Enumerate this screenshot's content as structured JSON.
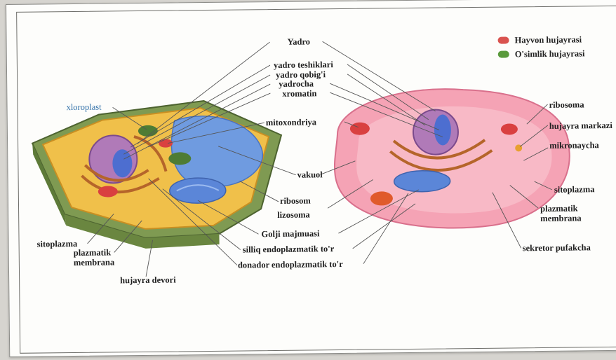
{
  "legend": {
    "items": [
      {
        "label": "Hayvon hujayrasi",
        "color": "#d9534f"
      },
      {
        "label": "O'simlik hujayrasi",
        "color": "#5a9a3c"
      }
    ]
  },
  "labels": {
    "yadro": "Yadro",
    "yadro_teshiklari": "yadro teshiklari",
    "yadro_qobigi": "yadro qobig'i",
    "yadrocha": "yadrocha",
    "xromatin": "xromatin",
    "xloroplast": "xloroplast",
    "mitoxondriya": "mitoxondriya",
    "vakuol": "vakuol",
    "ribosom": "ribosom",
    "lizosoma": "lizosoma",
    "golji": "Golji majmuasi",
    "silliq_ept": "silliq endoplazmatik to'r",
    "donador_ept": "donador endoplazmatik to'r",
    "sitoplazma_left": "sitoplazma",
    "plazmatik_left": "plazmatik",
    "membrana_left": "membrana",
    "hujayra_devori": "hujayra devori",
    "ribosoma": "ribosoma",
    "hujayra_markazi": "hujayra markazi",
    "mikronaycha": "mikronaycha",
    "sitoplazma_right": "sitoplazma",
    "plazmatik_right": "plazmatik",
    "membrana_right": "membrana",
    "sekretor": "sekretor pufakcha"
  }
}
